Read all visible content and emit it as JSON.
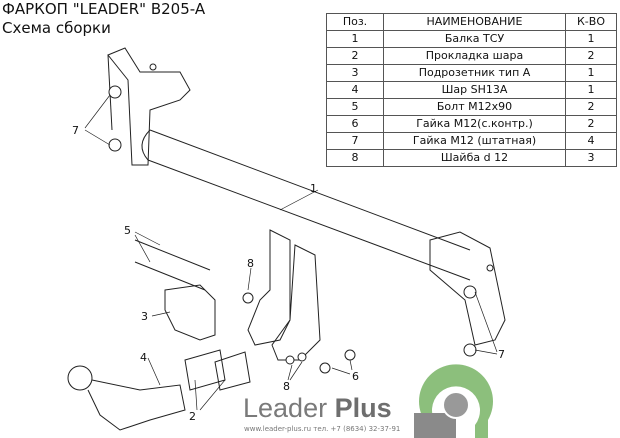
{
  "title": {
    "line1": "ФАРКОП \"LEADER\" B205-A",
    "line2": "Схема сборки"
  },
  "table": {
    "headers": [
      "Поз.",
      "НАИМЕНОВАНИЕ",
      "К-ВО"
    ],
    "rows": [
      [
        "1",
        "Балка ТСУ",
        "1"
      ],
      [
        "2",
        "Прокладка шара",
        "2"
      ],
      [
        "3",
        "Подрозетник тип А",
        "1"
      ],
      [
        "4",
        "Шар SH13A",
        "1"
      ],
      [
        "5",
        "Болт M12x90",
        "2"
      ],
      [
        "6",
        "Гайка M12(с.контр.)",
        "2"
      ],
      [
        "7",
        "Гайка M12 (штатная)",
        "4"
      ],
      [
        "8",
        "Шайба d 12",
        "3"
      ]
    ]
  },
  "callouts": {
    "c7a": "7",
    "c1": "1",
    "c5": "5",
    "c8a": "8",
    "c3": "3",
    "c4": "4",
    "c2": "2",
    "c8b": "8",
    "c6": "6",
    "c7b": "7"
  },
  "brand": {
    "name_light": "Leader ",
    "name_bold": "Plus",
    "contact": "www.leader-plus.ru    тел. +7 (8634) 32-37-91"
  },
  "colors": {
    "logo_green": "#8cbf7c",
    "logo_gray": "#8a8a8a"
  }
}
